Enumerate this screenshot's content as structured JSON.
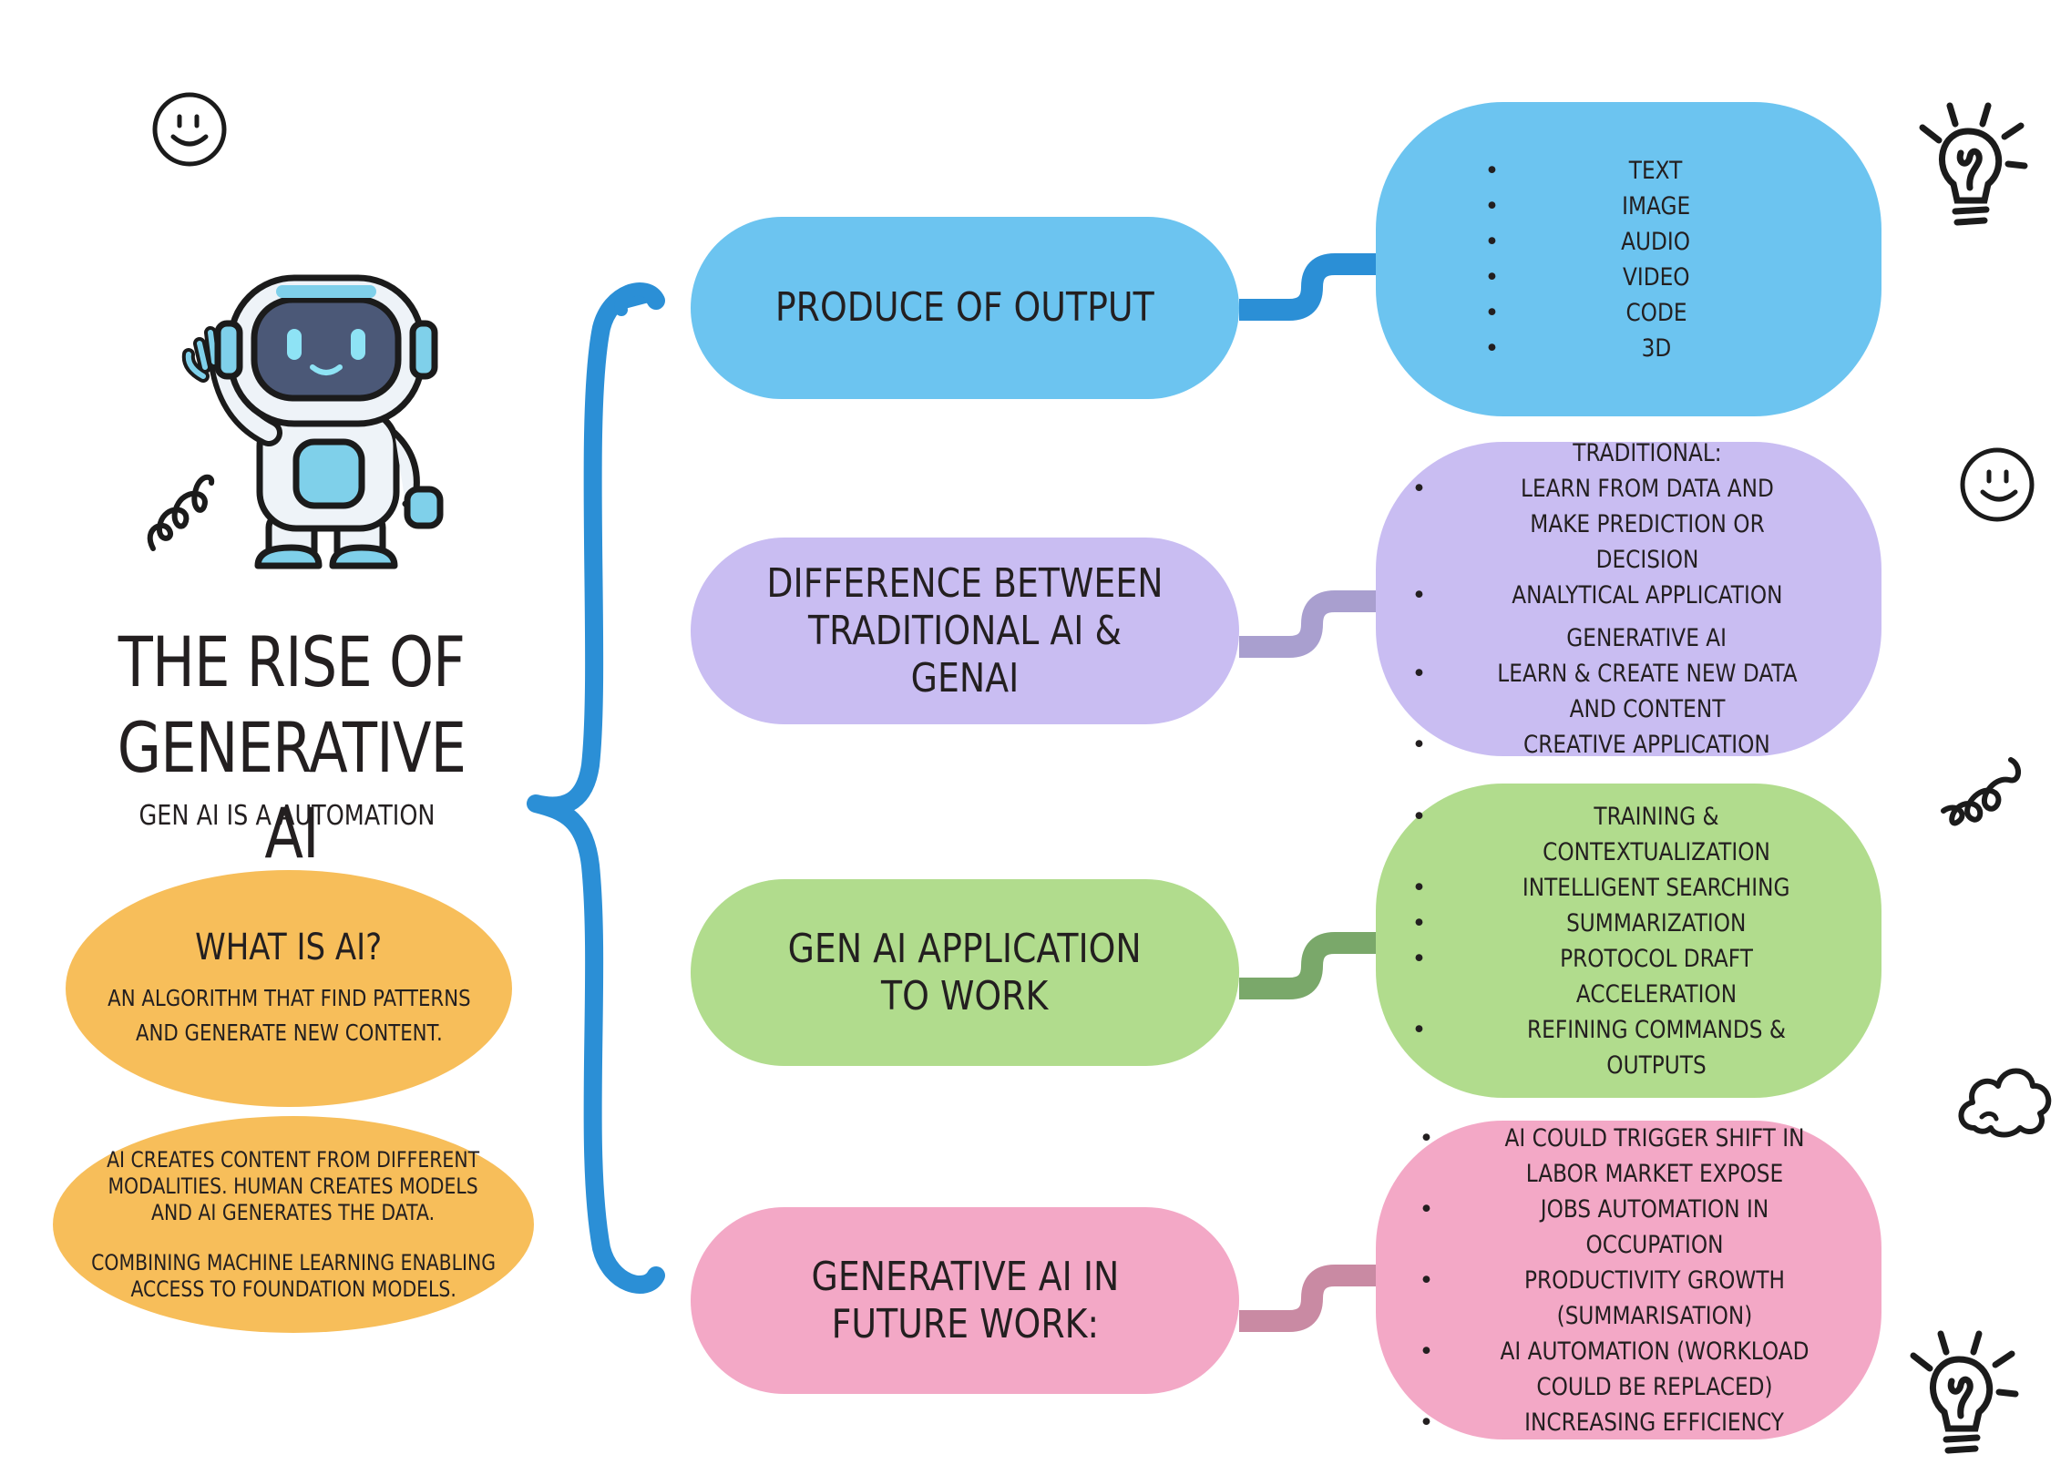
{
  "title_lines": [
    "THE RISE OF",
    "GENERATIVE AI"
  ],
  "subtitle": "GEN AI IS A AUTOMATION",
  "what_is_ai": {
    "heading": "WHAT IS AI?",
    "body_lines": [
      "AN ALGORITHM THAT FIND PATTERNS",
      "AND GENERATE NEW CONTENT."
    ]
  },
  "ai_creates": {
    "para1_lines": [
      "AI CREATES CONTENT FROM DIFFERENT",
      "MODALITIES. HUMAN CREATES MODELS",
      "AND AI GENERATES THE DATA."
    ],
    "para2_lines": [
      "COMBINING MACHINE LEARNING ENABLING",
      "ACCESS TO FOUNDATION MODELS."
    ]
  },
  "branches": [
    {
      "label": "PRODUCE OF OUTPUT",
      "color": "#6cc4f0",
      "connector": "#2b8fd6",
      "items": [
        "TEXT",
        "IMAGE",
        "AUDIO",
        "VIDEO",
        "CODE",
        "3D"
      ]
    },
    {
      "label": "DIFFERENCE BETWEEN\nTRADITIONAL AI &\nGENAI",
      "color": "#c9bdf2",
      "connector": "#a99fcf",
      "groups": [
        {
          "heading": "TRADITIONAL:",
          "items": [
            "LEARN FROM DATA AND MAKE PREDICTION OR DECISION",
            "ANALYTICAL APPLICATION"
          ]
        },
        {
          "heading": "GENERATIVE AI",
          "items": [
            "LEARN & CREATE NEW DATA AND CONTENT",
            "CREATIVE APPLICATION"
          ]
        }
      ]
    },
    {
      "label": "GEN AI APPLICATION\nTO WORK",
      "color": "#b1dc8d",
      "connector": "#7aa86a",
      "items": [
        "TRAINING & CONTEXTUALIZATION",
        "INTELLIGENT SEARCHING",
        "SUMMARIZATION",
        "PROTOCOL DRAFT ACCELERATION",
        "REFINING COMMANDS & OUTPUTS"
      ]
    },
    {
      "label": "GENERATIVE AI IN\nFUTURE WORK:",
      "color": "#f3a8c6",
      "connector": "#c98aa3",
      "items": [
        "AI COULD TRIGGER SHIFT IN LABOR MARKET EXPOSE",
        "JOBS AUTOMATION IN OCCUPATION",
        "PRODUCTIVITY GROWTH (SUMMARISATION)",
        "AI AUTOMATION (WORKLOAD COULD BE REPLACED)",
        "INCREASING EFFICIENCY"
      ]
    }
  ],
  "colors": {
    "bracket": "#2b8fd6",
    "ellipse": "#f7be5a",
    "ink": "#231f20"
  },
  "icons": [
    "smiley-icon",
    "robot-mascot-icon",
    "squiggle-icon",
    "lightbulb-icon",
    "cloud-icon"
  ]
}
